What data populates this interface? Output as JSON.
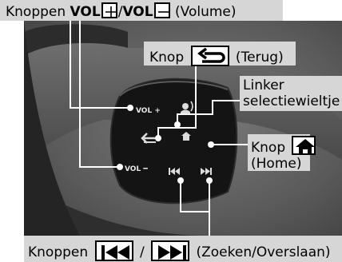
{
  "callouts": {
    "volume": {
      "prefix": "Knoppen ",
      "vol1": "VOL",
      "sep": "/",
      "vol2": "VOL",
      "suffix": " (Volume)",
      "plus_glyph": "+",
      "minus_glyph": "−"
    },
    "back": {
      "prefix": "Knop ",
      "suffix": " (Terug)"
    },
    "selector": {
      "line1": "Linker",
      "line2": "selectiewieltje"
    },
    "home": {
      "line1": "Knop ",
      "line2": "(Home)"
    },
    "seek": {
      "prefix": "Knoppen ",
      "sep": " / ",
      "suffix": " (Zoeken/Overslaan)"
    }
  },
  "wheel_labels": {
    "vol_plus": "VOL +",
    "vol_minus": "VOL ━"
  },
  "icons": {
    "volume_plus": "plus-box-icon",
    "volume_minus": "minus-box-icon",
    "back": "back-arrow-icon",
    "home": "house-icon",
    "voice": "voice-command-icon",
    "prev": "skip-back-icon",
    "next": "skip-forward-icon"
  },
  "colors": {
    "label_background": "#d6d6d6",
    "leader_line": "#ffffff",
    "steering_wheel": "#3a3a3a",
    "button_panel": "#141414"
  }
}
